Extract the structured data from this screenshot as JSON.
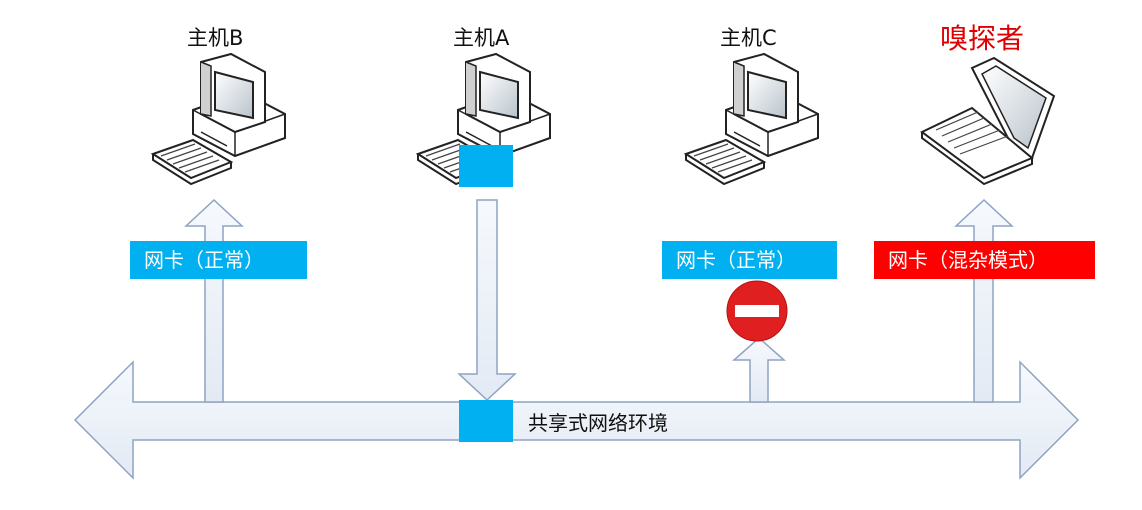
{
  "hosts": {
    "host_b": {
      "label": "主机B"
    },
    "host_a": {
      "label": "主机A"
    },
    "host_c": {
      "label": "主机C"
    },
    "sniffer": {
      "label": "嗅探者"
    }
  },
  "nics": {
    "b": {
      "label": "网卡（正常）",
      "color": "#00b0f0"
    },
    "c": {
      "label": "网卡（正常）",
      "color": "#00b0f0"
    },
    "sniffer": {
      "label": "网卡（混杂模式）",
      "color": "#ff0000"
    }
  },
  "network": {
    "label": "共享式网络环境"
  },
  "colors": {
    "arrow_fill": "#eef3fa",
    "arrow_stroke": "#8ea3c3",
    "packet": "#00b0f0",
    "block": "#e02020"
  }
}
